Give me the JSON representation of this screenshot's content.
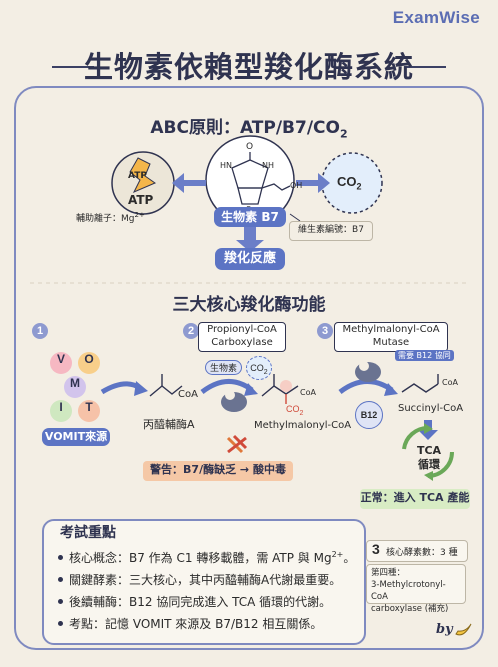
{
  "brand": "ExamWise",
  "title": "生物素依賴型羧化酶系統",
  "abc": {
    "heading_prefix": "ABC原則：ATP/B7/CO",
    "heading_sub": "2",
    "atp_label": "ATP",
    "cofactor_label": "輔助離子：Mg",
    "cofactor_sup": "2+",
    "biotin_label": "生物素 B7",
    "vitamin_label": "維生素編號：B7",
    "co2_label": "CO",
    "co2_sub": "2",
    "reaction_label": "羧化反應",
    "struct": {
      "o": "O",
      "hn": "HN",
      "nh": "NH",
      "s": "S",
      "oh": "OH"
    }
  },
  "enzymes": {
    "heading": "三大核心羧化酶功能",
    "step1": {
      "num": "1",
      "vomit_letters": [
        "V",
        "O",
        "M",
        "I",
        "T"
      ],
      "vomit_label": "VOMIT來源",
      "product": "丙醯輔酶A",
      "coa": "CoA"
    },
    "step2": {
      "num": "2",
      "enzyme": [
        "Propionyl-CoA",
        "Carboxylase"
      ],
      "biotin_tag": "生物素",
      "co2": "CO",
      "co2_sub": "2",
      "product": "Methylmalonyl-CoA",
      "coa": "CoA"
    },
    "step3": {
      "num": "3",
      "enzyme": [
        "Methylmalonyl-CoA",
        "Mutase"
      ],
      "b12_tag": "需要 B12 協同",
      "b12": "B12",
      "product": "Succinyl-CoA",
      "coa": "CoA"
    },
    "tca": [
      "TCA",
      "循環"
    ],
    "normal": "正常：進入 TCA 產能",
    "warning": "警告：B7/酶缺乏 → 酸中毒"
  },
  "summary": {
    "heading": "考試重點",
    "bullets": [
      "核心概念：B7 作為 C1 轉移載體，需 ATP 與 Mg",
      "關鍵酵素：三大核心，其中丙醯輔酶A代謝最重要。",
      "後續輔酶：B12 協同完成進入 TCA 循環的代謝。",
      "考點：記憶 VOMIT 來源及 B7/B12 相互關係。"
    ],
    "bullet0_sup": "2+",
    "bullet0_end": "。"
  },
  "sidenote": {
    "count_num": "3",
    "count_label": "核心酵素數：3 種",
    "fourth_title": "第四種：",
    "fourth_body": [
      "3-Methylcrotonyl-CoA",
      "carboxylase (補充)"
    ]
  },
  "signature": "by",
  "colors": {
    "accent": "#5c74c4",
    "frame": "#7f8ac0",
    "warning": "#f5c8a6",
    "normal": "#d8ecc4",
    "tca": "#6aa858"
  }
}
